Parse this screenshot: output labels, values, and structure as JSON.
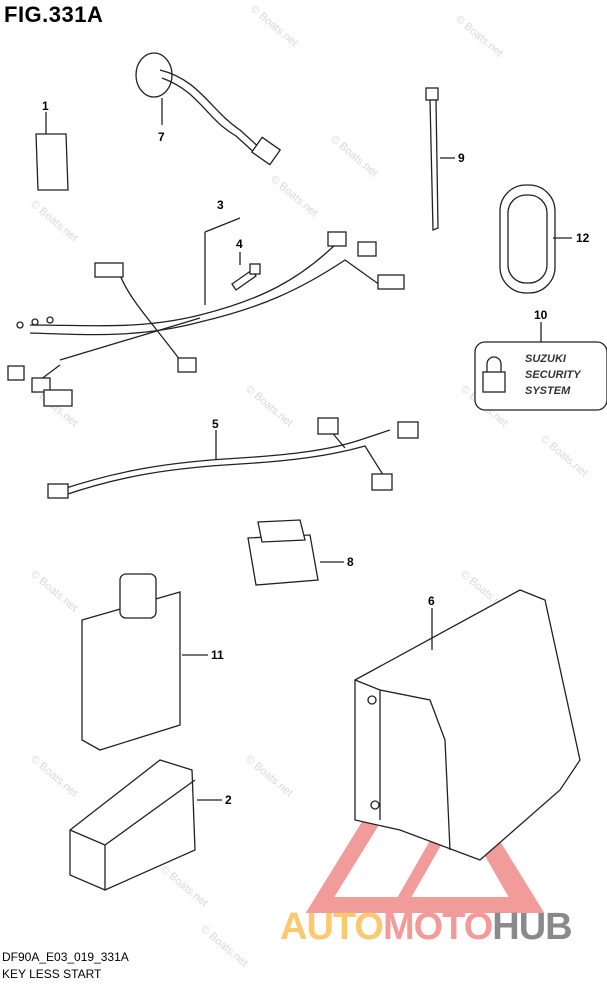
{
  "figure": {
    "title": "FIG.331A",
    "code": "DF90A_E03_019_331A",
    "caption": "KEY LESS START"
  },
  "callouts": {
    "p1": "1",
    "p2": "2",
    "p3": "3",
    "p4": "4",
    "p5": "5",
    "p6": "6",
    "p7": "7",
    "p8": "8",
    "p9": "9",
    "p10": "10",
    "p11": "11",
    "p12": "12"
  },
  "label_10": {
    "line1": "SUZUKI",
    "line2": "SECURITY",
    "line3": "SYSTEM"
  },
  "watermark": "© Boats.net",
  "brand": {
    "part1": "AUTO",
    "part2": "MOTO",
    "part3": "HUB",
    "colors": {
      "auto": "#fcc870",
      "moto": "#f59a9a",
      "hub": "#8a8a8a"
    }
  }
}
